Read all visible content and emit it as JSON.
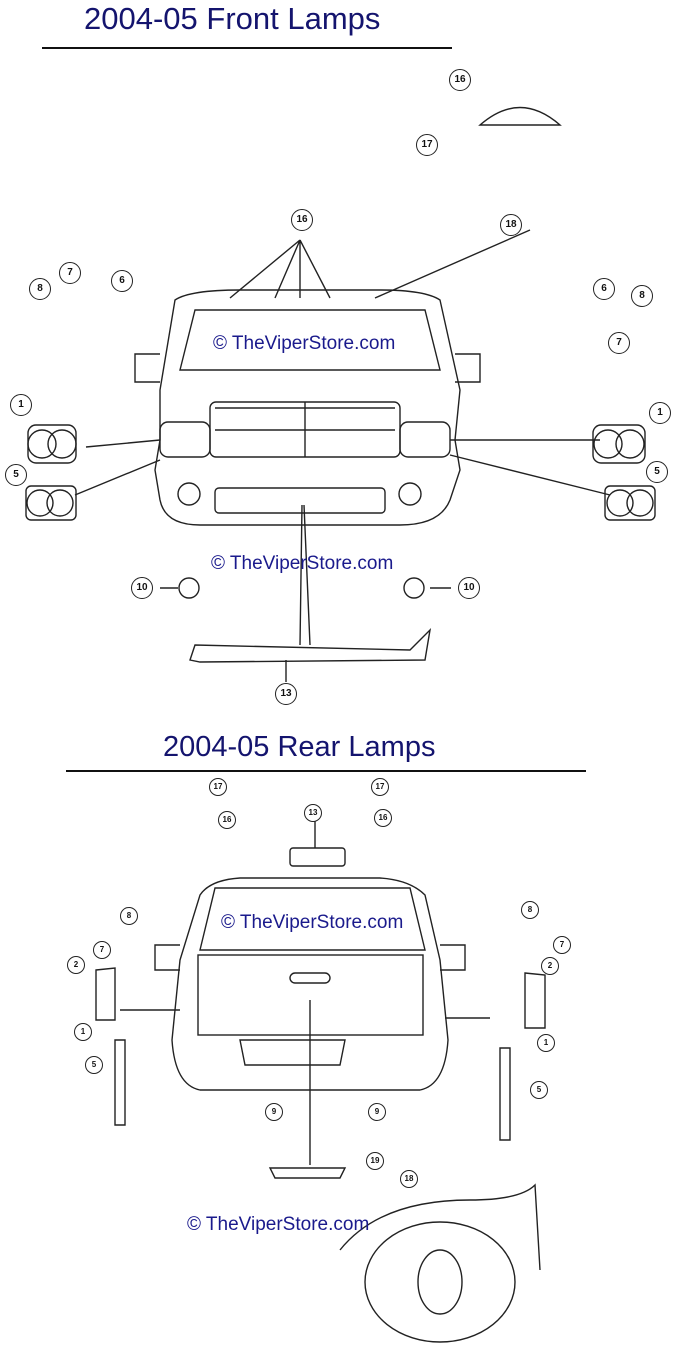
{
  "front": {
    "title": "2004-05  Front Lamps",
    "watermarks": [
      "© TheViperStore.com",
      "© TheViperStore.com"
    ],
    "callouts": [
      "16",
      "17",
      "18",
      "16",
      "8",
      "7",
      "6",
      "6",
      "8",
      "7",
      "1",
      "1",
      "5",
      "5",
      "10",
      "10",
      "13"
    ]
  },
  "rear": {
    "title": "2004-05  Rear Lamps",
    "watermarks": [
      "© TheViperStore.com",
      "© TheViperStore.com"
    ],
    "callouts": [
      "17",
      "17",
      "16",
      "13",
      "16",
      "8",
      "8",
      "7",
      "7",
      "2",
      "2",
      "1",
      "1",
      "5",
      "5",
      "9",
      "9",
      "19",
      "18"
    ]
  }
}
